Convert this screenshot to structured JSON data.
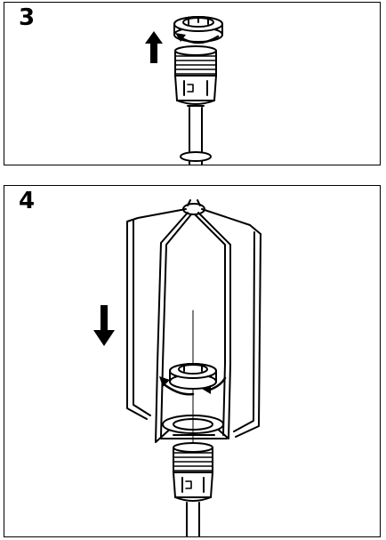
{
  "steps": [
    {
      "number": "3",
      "icon": "lift-ring-off-socket-illustration"
    },
    {
      "number": "4",
      "icon": "lower-shade-frame-onto-socket-illustration"
    }
  ],
  "colors": {
    "line": "#000000",
    "background": "#ffffff"
  }
}
